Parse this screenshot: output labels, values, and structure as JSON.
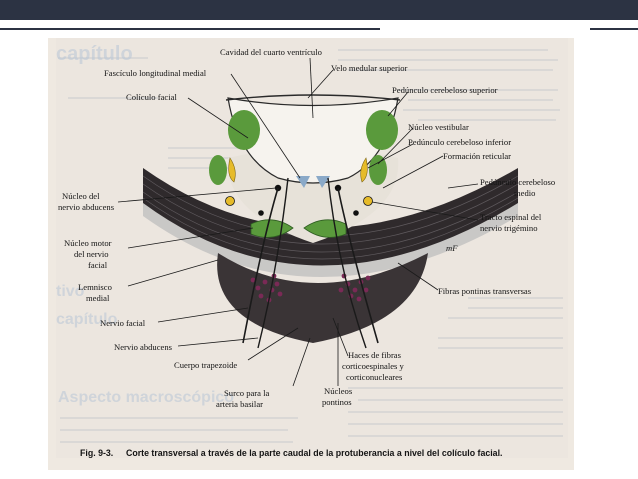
{
  "slide": {
    "caption_figure": "Fig. 9-3.",
    "caption_text": "Corte transversal a través de la parte caudal de la protuberancia a nivel del colículo facial.",
    "ghost_texts": [
      "capítulo",
      "capítulo",
      "Aspecto macroscópico",
      "tivo"
    ],
    "colors": {
      "topbar": "#2c3343",
      "nucleus_green": "#5a9a3c",
      "nucleus_yellow": "#e6bb2a",
      "pontine_dark": "#2f2a2c",
      "dots_purple": "#7a2a56"
    }
  },
  "labels": {
    "cavidad": "Cavidad del cuarto ventrículo",
    "fasciculo": "Fascículo longitudinal medial",
    "coliculo": "Colículo facial",
    "velo": "Velo medular superior",
    "ped_sup": "Pedúnculo cerebeloso superior",
    "nuc_vest": "Núcleo vestibular",
    "ped_inf": "Pedúnculo cerebeloso inferior",
    "form_ret": "Formación reticular",
    "ped_medio_1": "Pedúnculo cerebeloso",
    "ped_medio_2": "medio",
    "abducens_1": "Núcleo del",
    "abducens_2": "nervio abducens",
    "tracto_1": "Tracto espinal del",
    "tracto_2": "nervio trigémino",
    "motor_1": "Núcleo motor",
    "motor_2": "del nervio",
    "motor_3": "facial",
    "lemnisco_1": "Lemnisco",
    "lemnisco_2": "medial",
    "fibras": "Fibras pontinas transversas",
    "nervio_facial": "Nervio facial",
    "nervio_abducens": "Nervio abducens",
    "trapezoide": "Cuerpo trapezoide",
    "haces_1": "Haces de fibras",
    "haces_2": "corticoespinales y",
    "haces_3": "corticonucleares",
    "surco_1": "Surco para la",
    "surco_2": "arteria basilar",
    "nucleos_1": "Núcleos",
    "nucleos_2": "pontinos",
    "mf": "mF"
  }
}
